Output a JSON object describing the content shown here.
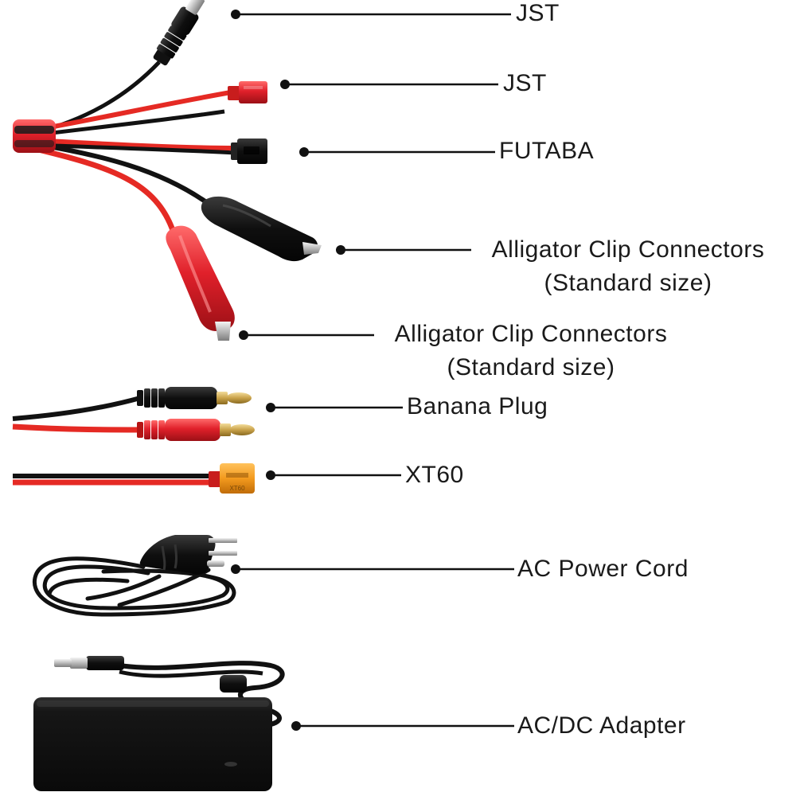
{
  "colors": {
    "wire_red": "#e52a24",
    "wire_black": "#121212",
    "clip_red": "#e0202a",
    "xt60": "#f39a1e",
    "brass": "#c9a24a",
    "label": "#1a1a1a",
    "leader": "#111111"
  },
  "labels": {
    "jst_top": "JST",
    "jst_red": "JST",
    "futaba": "FUTABA",
    "alligator_black_line1": "Alligator Clip Connectors",
    "alligator_black_line2": "(Standard size)",
    "alligator_red_line1": "Alligator Clip Connectors",
    "alligator_red_line2": "(Standard size)",
    "banana": "Banana Plug",
    "xt60": "XT60",
    "ac_cord": "AC Power Cord",
    "adapter": "AC/DC Adapter"
  },
  "icons": [
    "jst-plug-icon",
    "jst-red-icon",
    "futaba-plug-icon",
    "alligator-clip-black-icon",
    "alligator-clip-red-icon",
    "banana-plug-icon",
    "xt60-plug-icon",
    "ac-power-cord-icon",
    "ac-dc-adapter-icon"
  ]
}
